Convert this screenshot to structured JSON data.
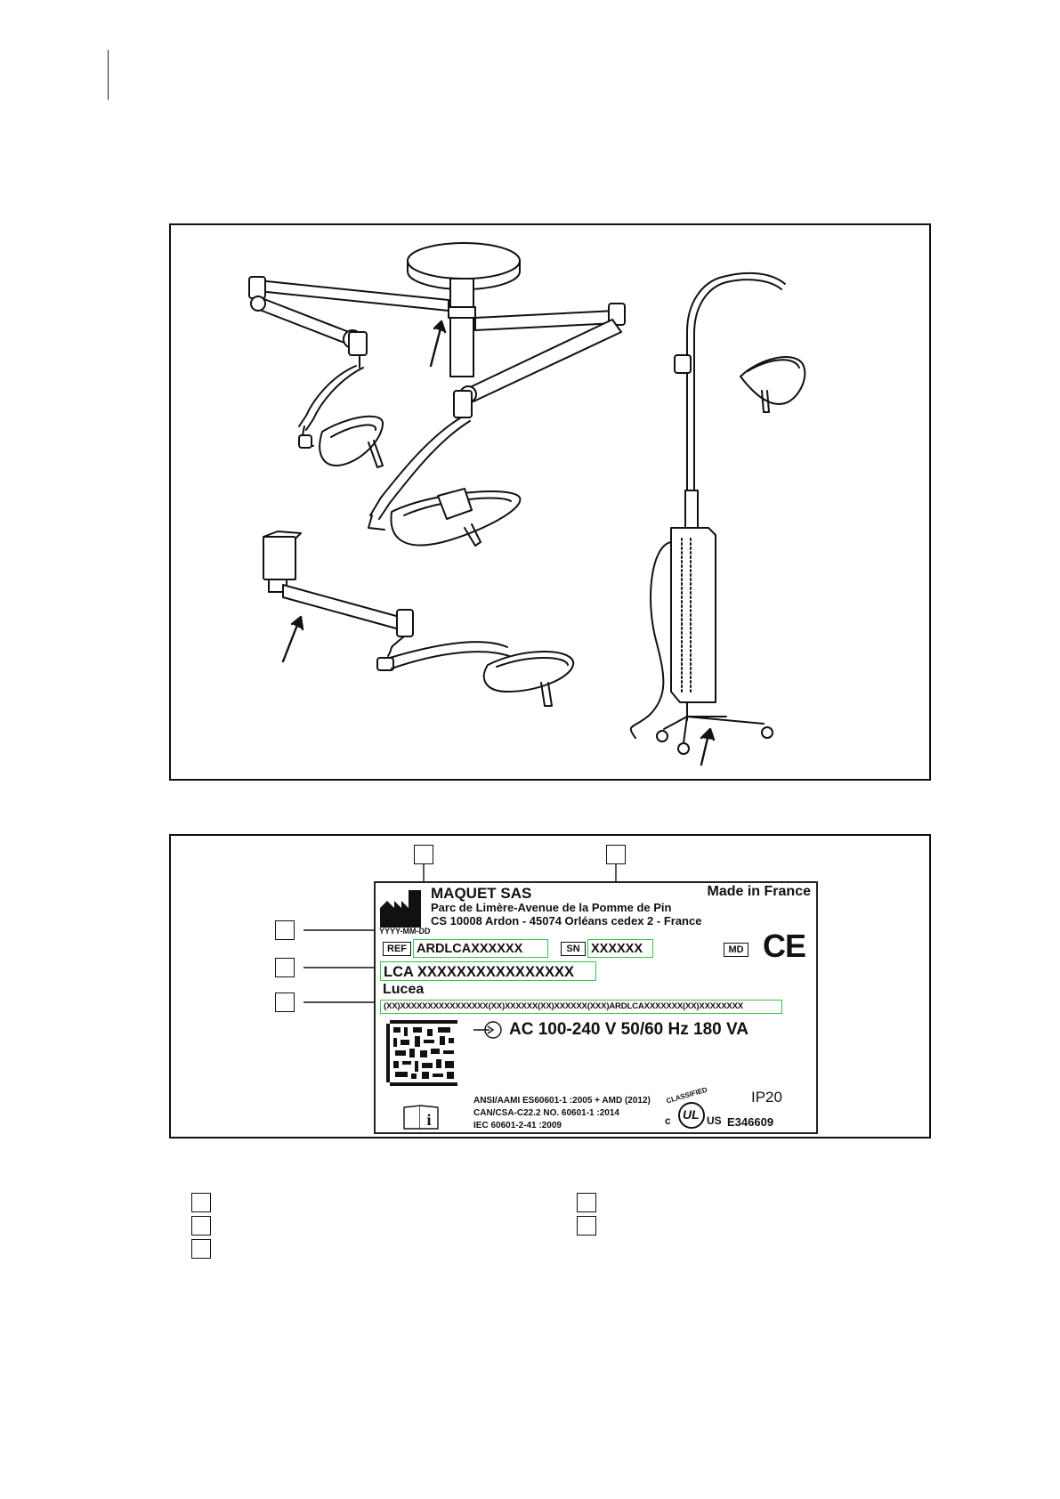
{
  "label": {
    "manufacturer": "MAQUET SAS",
    "address_line1": "Parc de Limère-Avenue de la Pomme de Pin",
    "address_line2": "CS 10008 Ardon - 45074 Orléans cedex 2 - France",
    "made_in": "Made in France",
    "date_format": "YYYY-MM-DD",
    "ref_tag": "REF",
    "ref_value": "ARDLCAXXXXXX",
    "sn_tag": "SN",
    "sn_value": "XXXXXX",
    "md_tag": "MD",
    "ce_mark": "CE",
    "model_code": "LCA XXXXXXXXXXXXXXXX",
    "product_name": "Lucea",
    "udi": "(XX)XXXXXXXXXXXXXXXX(XX)XXXXXX(XX)XXXXXX(XXX)ARDLCAXXXXXXX(XX)XXXXXXXX",
    "power": "AC 100-240 V 50/60 Hz 180 VA",
    "standard1": "ANSI/AAMI ES60601-1 :2005 + AMD (2012)",
    "standard2": "CAN/CSA-C22.2 NO. 60601-1 :2014",
    "standard3": "IEC 60601-2-41 :2009",
    "ip_rating": "IP20",
    "ul_classified": "CLASSIFIED",
    "ul_c": "c",
    "ul_mark": "UL",
    "ul_us": "US",
    "ul_file": "E346609"
  }
}
